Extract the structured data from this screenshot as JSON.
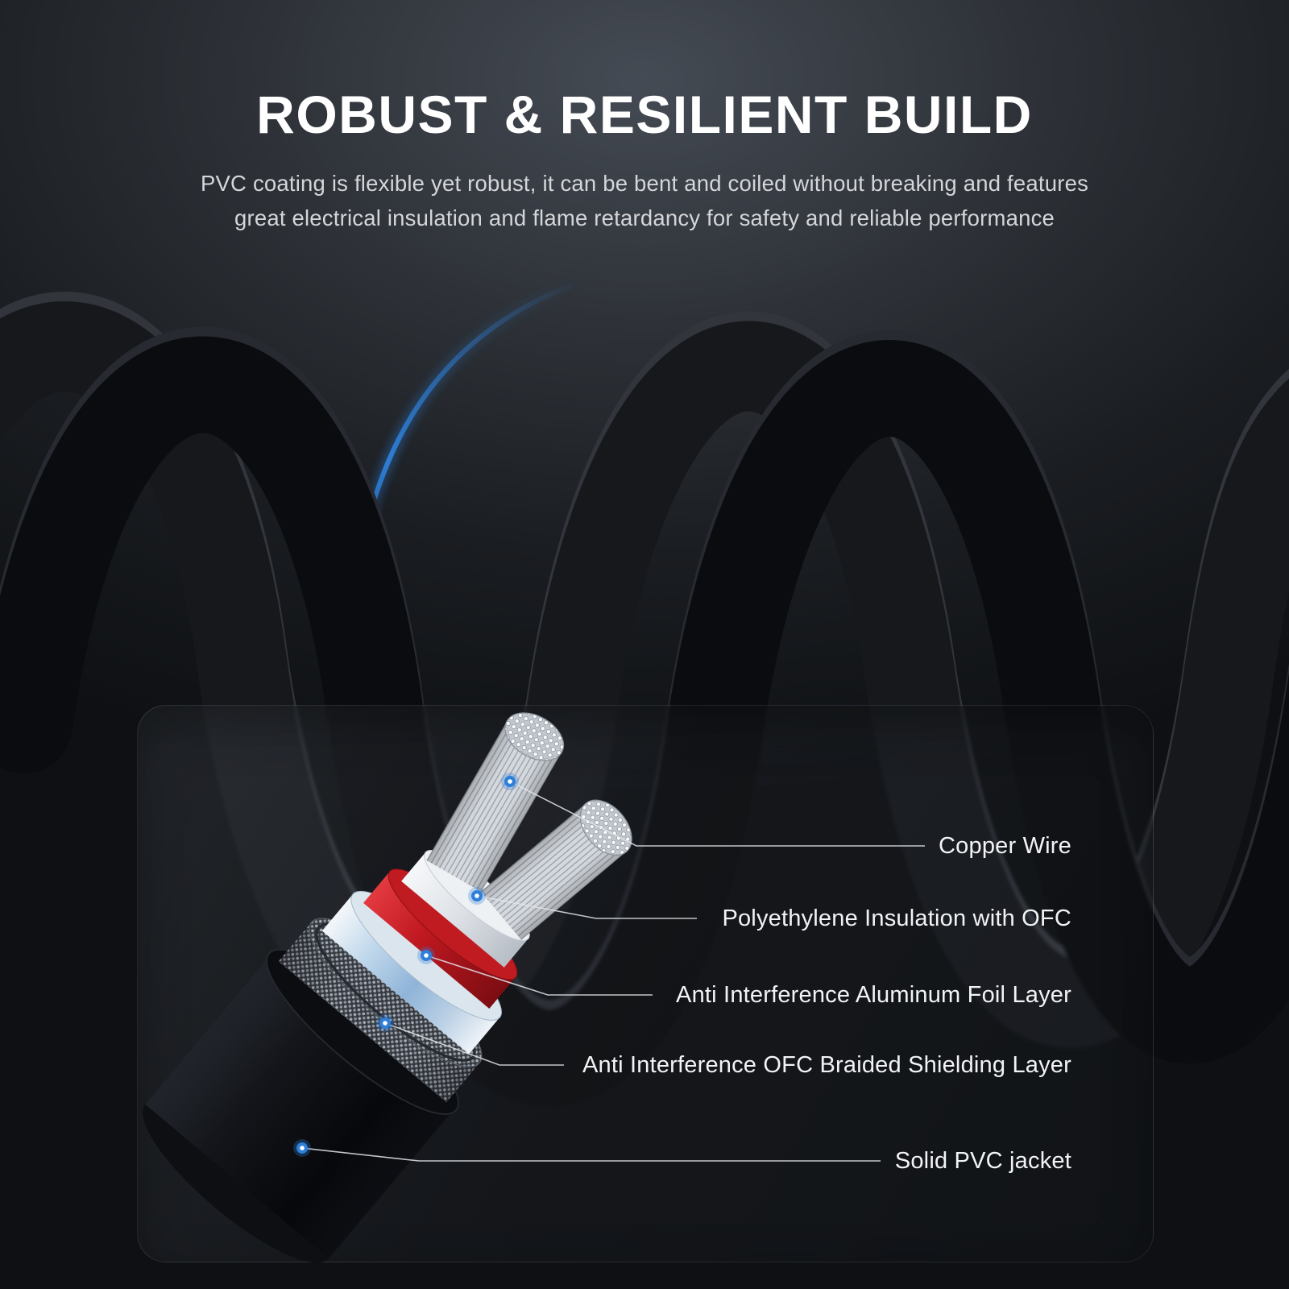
{
  "header": {
    "title": "ROBUST & RESILIENT BUILD",
    "subtitle_line1": "PVC coating is flexible yet robust, it can be bent and coiled without breaking and features",
    "subtitle_line2": "great electrical insulation and flame retardancy for safety and reliable performance"
  },
  "diagram": {
    "callouts": [
      {
        "label": "Copper Wire"
      },
      {
        "label": "Polyethylene Insulation with OFC"
      },
      {
        "label": "Anti Interference Aluminum Foil Layer"
      },
      {
        "label": "Anti Interference OFC Braided Shielding Layer"
      },
      {
        "label": "Solid PVC jacket"
      }
    ]
  },
  "colors": {
    "accent_blue": "#2e7fd9",
    "red_insulation": "#c01b21",
    "background_dark": "#141619",
    "text_primary": "#ffffff",
    "text_secondary": "#d4d6d9"
  }
}
